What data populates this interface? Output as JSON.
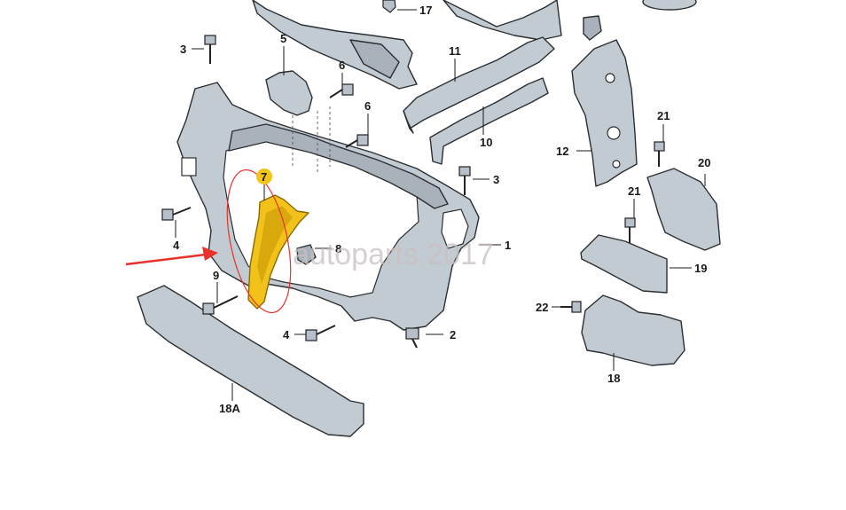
{
  "diagram": {
    "watermark": "autoparts 2017",
    "callouts": [
      {
        "id": "c1",
        "label": "1"
      },
      {
        "id": "c2",
        "label": "2"
      },
      {
        "id": "c3a",
        "label": "3"
      },
      {
        "id": "c3b",
        "label": "3"
      },
      {
        "id": "c4a",
        "label": "4"
      },
      {
        "id": "c4b",
        "label": "4"
      },
      {
        "id": "c5",
        "label": "5"
      },
      {
        "id": "c6a",
        "label": "6"
      },
      {
        "id": "c6b",
        "label": "6"
      },
      {
        "id": "c7",
        "label": "7"
      },
      {
        "id": "c8",
        "label": "8"
      },
      {
        "id": "c9",
        "label": "9"
      },
      {
        "id": "c10",
        "label": "10"
      },
      {
        "id": "c11",
        "label": "11"
      },
      {
        "id": "c12",
        "label": "12"
      },
      {
        "id": "c17",
        "label": "17"
      },
      {
        "id": "c18",
        "label": "18"
      },
      {
        "id": "c18a",
        "label": "18A"
      },
      {
        "id": "c19",
        "label": "19"
      },
      {
        "id": "c20",
        "label": "20"
      },
      {
        "id": "c21a",
        "label": "21"
      },
      {
        "id": "c21b",
        "label": "21"
      },
      {
        "id": "c22",
        "label": "22"
      }
    ],
    "colors": {
      "highlight_part": "#f2c21b",
      "callout_badge": "#f0c419",
      "arrow": "#e8322b",
      "ellipse": "#e8322b"
    }
  }
}
